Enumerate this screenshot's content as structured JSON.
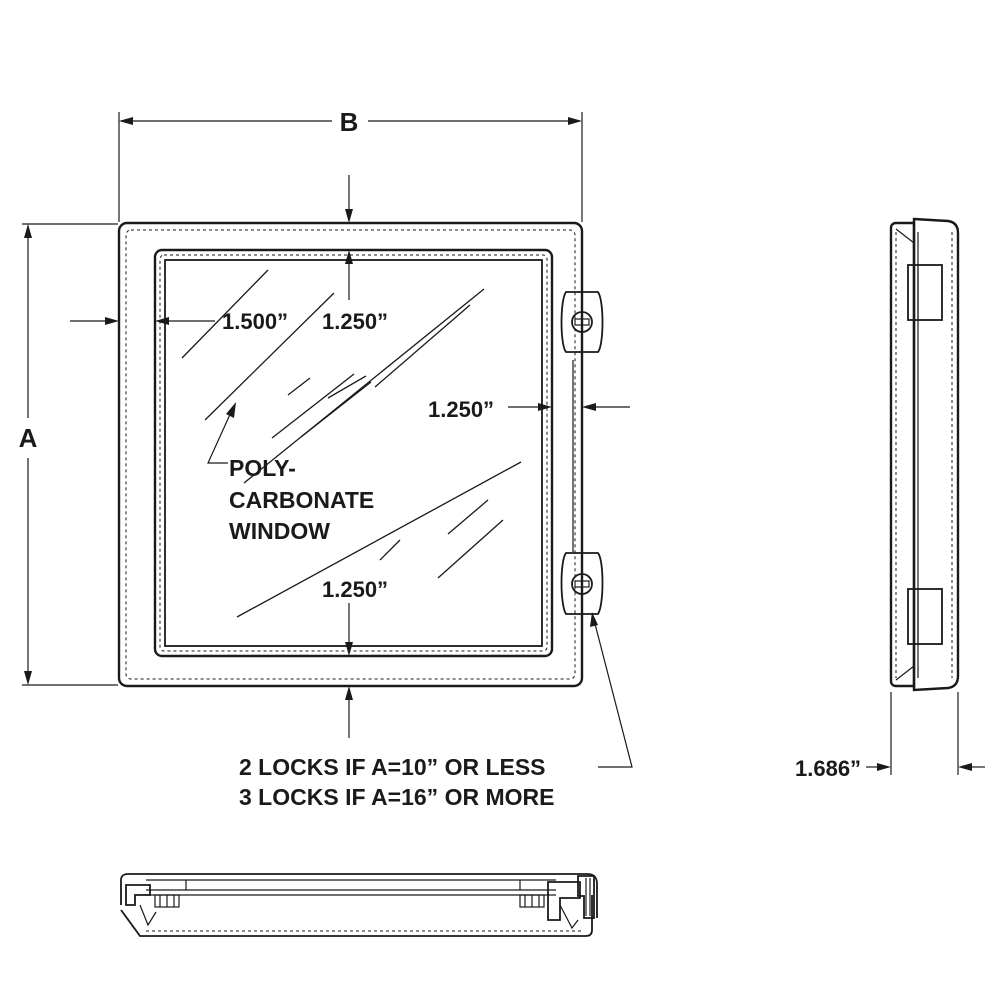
{
  "labels": {
    "dim_b": "B",
    "dim_a": "A",
    "left_margin": "1.500”",
    "top_margin": "1.250”",
    "right_margin": "1.250”",
    "bottom_margin": "1.250”",
    "depth": "1.686”",
    "window_line1": "POLY-",
    "window_line2": "CARBONATE",
    "window_line3": "WINDOW",
    "locks_line1": "2 LOCKS IF A=10” OR LESS",
    "locks_line2": "3 LOCKS IF A=16” OR MORE"
  },
  "colors": {
    "ink": "#1a1a1a",
    "background": "#ffffff"
  }
}
